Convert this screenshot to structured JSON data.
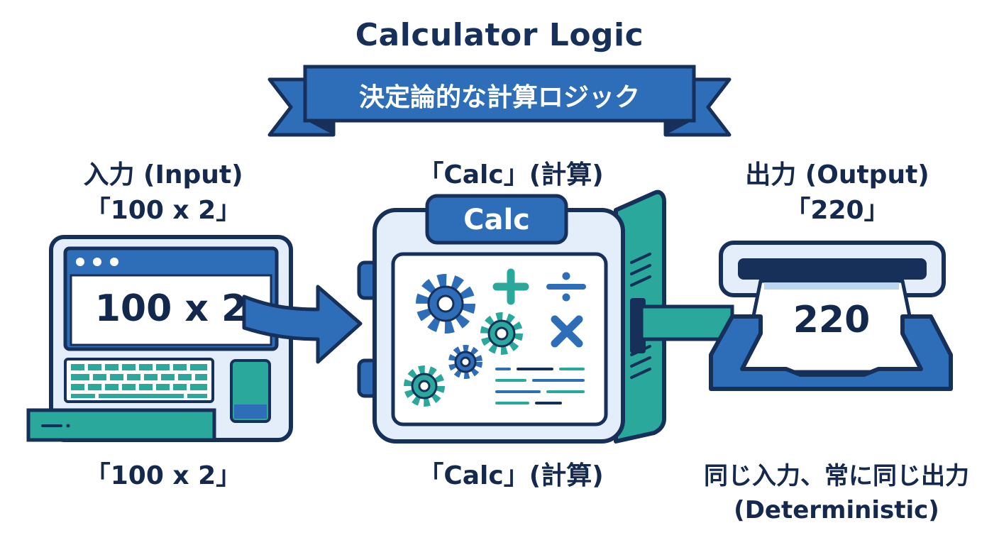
{
  "title": "Calculator Logic",
  "subtitle": "決定論的な計算ロジック",
  "input": {
    "heading": "入力 (Input)",
    "value_quoted": "「100 x 2」",
    "screen_value": "100 x 2",
    "caption": "「100 x 2」"
  },
  "calc": {
    "heading": "「Calc」(計算)",
    "tab_label": "Calc",
    "caption": "「Calc」(計算)"
  },
  "output": {
    "heading": "出力 (Output)",
    "value_quoted": "「220」",
    "paper_value": "220",
    "caption_line1": "同じ入力、常に同じ出力",
    "caption_line2": "(Deterministic)"
  },
  "colors": {
    "navy": "#16305a",
    "blue": "#2e6db8",
    "light_blue": "#e3eefa",
    "teal": "#2aa89c"
  }
}
